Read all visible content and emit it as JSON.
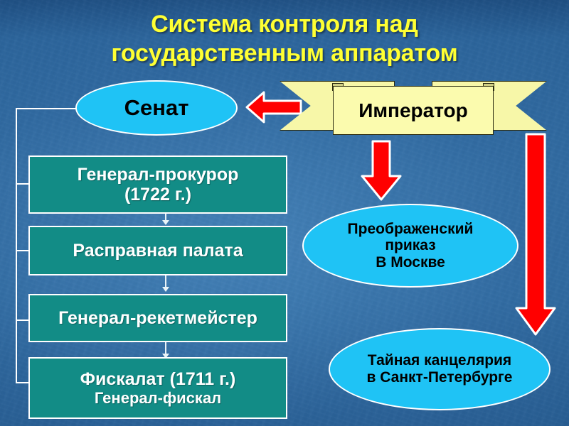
{
  "slide": {
    "title": "Система контроля над\nгосударственным аппаратом",
    "title_line1": "Система контроля над",
    "title_line2": "государственным аппаратом",
    "background_color": "#2E679C",
    "title_color": "#FFFF33"
  },
  "nodes": {
    "senat": {
      "label": "Сенат",
      "shape": "ellipse",
      "fill": "#1FC3F5",
      "text_color": "#000000"
    },
    "imperator": {
      "label": "Император",
      "shape": "ribbon-banner",
      "fill": "#FBFBAE",
      "text_color": "#000000"
    },
    "preobrazhensky": {
      "line1": "Преображенский",
      "line2": "приказ",
      "line3": "В Москве",
      "shape": "ellipse",
      "fill": "#1FC3F5",
      "text_color": "#000000"
    },
    "tainaya": {
      "line1": "Тайная канцелярия",
      "line2": "в Санкт-Петербурге",
      "shape": "ellipse",
      "fill": "#1FC3F5",
      "text_color": "#000000"
    }
  },
  "senat_branch": {
    "fill": "#128C86",
    "text_color": "#FFFFFF",
    "items": [
      {
        "line1": "Генерал-прокурор",
        "line2": "(1722 г.)"
      },
      {
        "line1": "Расправная палата",
        "line2": ""
      },
      {
        "line1": "Генерал-рекетмейстер",
        "line2": ""
      },
      {
        "line1": "Фискалат (1711 г.)",
        "line2": "Генерал-фискал"
      }
    ]
  },
  "arrows": {
    "color": "#FF0000",
    "outline": "#FFFFFF",
    "items": [
      {
        "name": "imperator-to-senat",
        "direction": "left"
      },
      {
        "name": "imperator-to-preobrazhensky",
        "direction": "down"
      },
      {
        "name": "imperator-to-tainaya",
        "direction": "down"
      }
    ]
  }
}
